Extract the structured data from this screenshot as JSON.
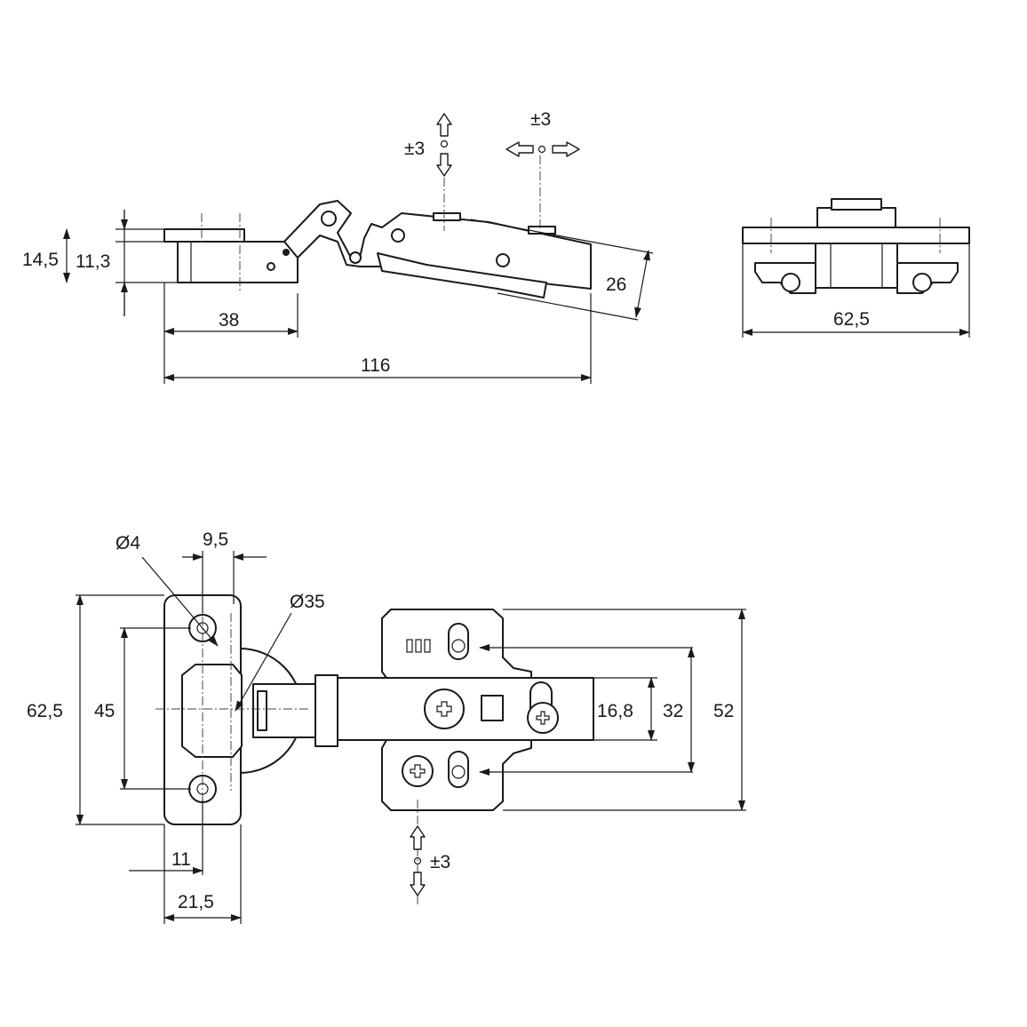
{
  "side_view": {
    "height_outer": "14,5",
    "height_inner": "11,3",
    "cup_depth_offset": "38",
    "total_length": "116",
    "arm_thickness": "26",
    "adjust_depth": "±3",
    "adjust_side": "±3"
  },
  "end_view": {
    "plate_length": "62,5"
  },
  "plan_view": {
    "hole_diameter": "Ø4",
    "hole_offset": "9,5",
    "cup_diameter": "Ø35",
    "plate_height": "62,5",
    "hole_spacing": "45",
    "edge_to_hole": "11",
    "plate_width": "21,5",
    "arm_width": "16,8",
    "screw_spacing": "32",
    "base_height": "52",
    "adjust_height": "±3"
  }
}
